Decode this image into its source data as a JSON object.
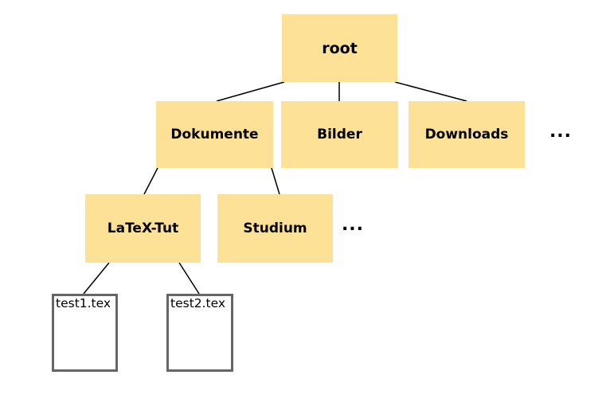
{
  "diagram": {
    "background": "#ffffff",
    "colors": {
      "folder_fill": "#FCE196",
      "file_fill": "#ffffff",
      "file_border": "#666666",
      "edge_stroke": "#000000",
      "label_text": "#000000"
    },
    "nodes": {
      "root": {
        "label": "root",
        "type": "folder"
      },
      "dokumente": {
        "label": "Dokumente",
        "type": "folder"
      },
      "bilder": {
        "label": "Bilder",
        "type": "folder"
      },
      "downloads": {
        "label": "Downloads",
        "type": "folder"
      },
      "level1_ellipsis": {
        "label": "...",
        "type": "ellipsis"
      },
      "latex_tut": {
        "label": "LaTeX-Tut",
        "type": "folder"
      },
      "studium": {
        "label": "Studium",
        "type": "folder"
      },
      "level2_ellipsis": {
        "label": "...",
        "type": "ellipsis"
      },
      "test1": {
        "label": "test1.tex",
        "type": "file"
      },
      "test2": {
        "label": "test2.tex",
        "type": "file"
      }
    },
    "edges": [
      {
        "from": "root",
        "to": "dokumente"
      },
      {
        "from": "root",
        "to": "bilder"
      },
      {
        "from": "root",
        "to": "downloads"
      },
      {
        "from": "dokumente",
        "to": "latex_tut"
      },
      {
        "from": "dokumente",
        "to": "studium"
      },
      {
        "from": "latex_tut",
        "to": "test1"
      },
      {
        "from": "latex_tut",
        "to": "test2"
      }
    ]
  }
}
